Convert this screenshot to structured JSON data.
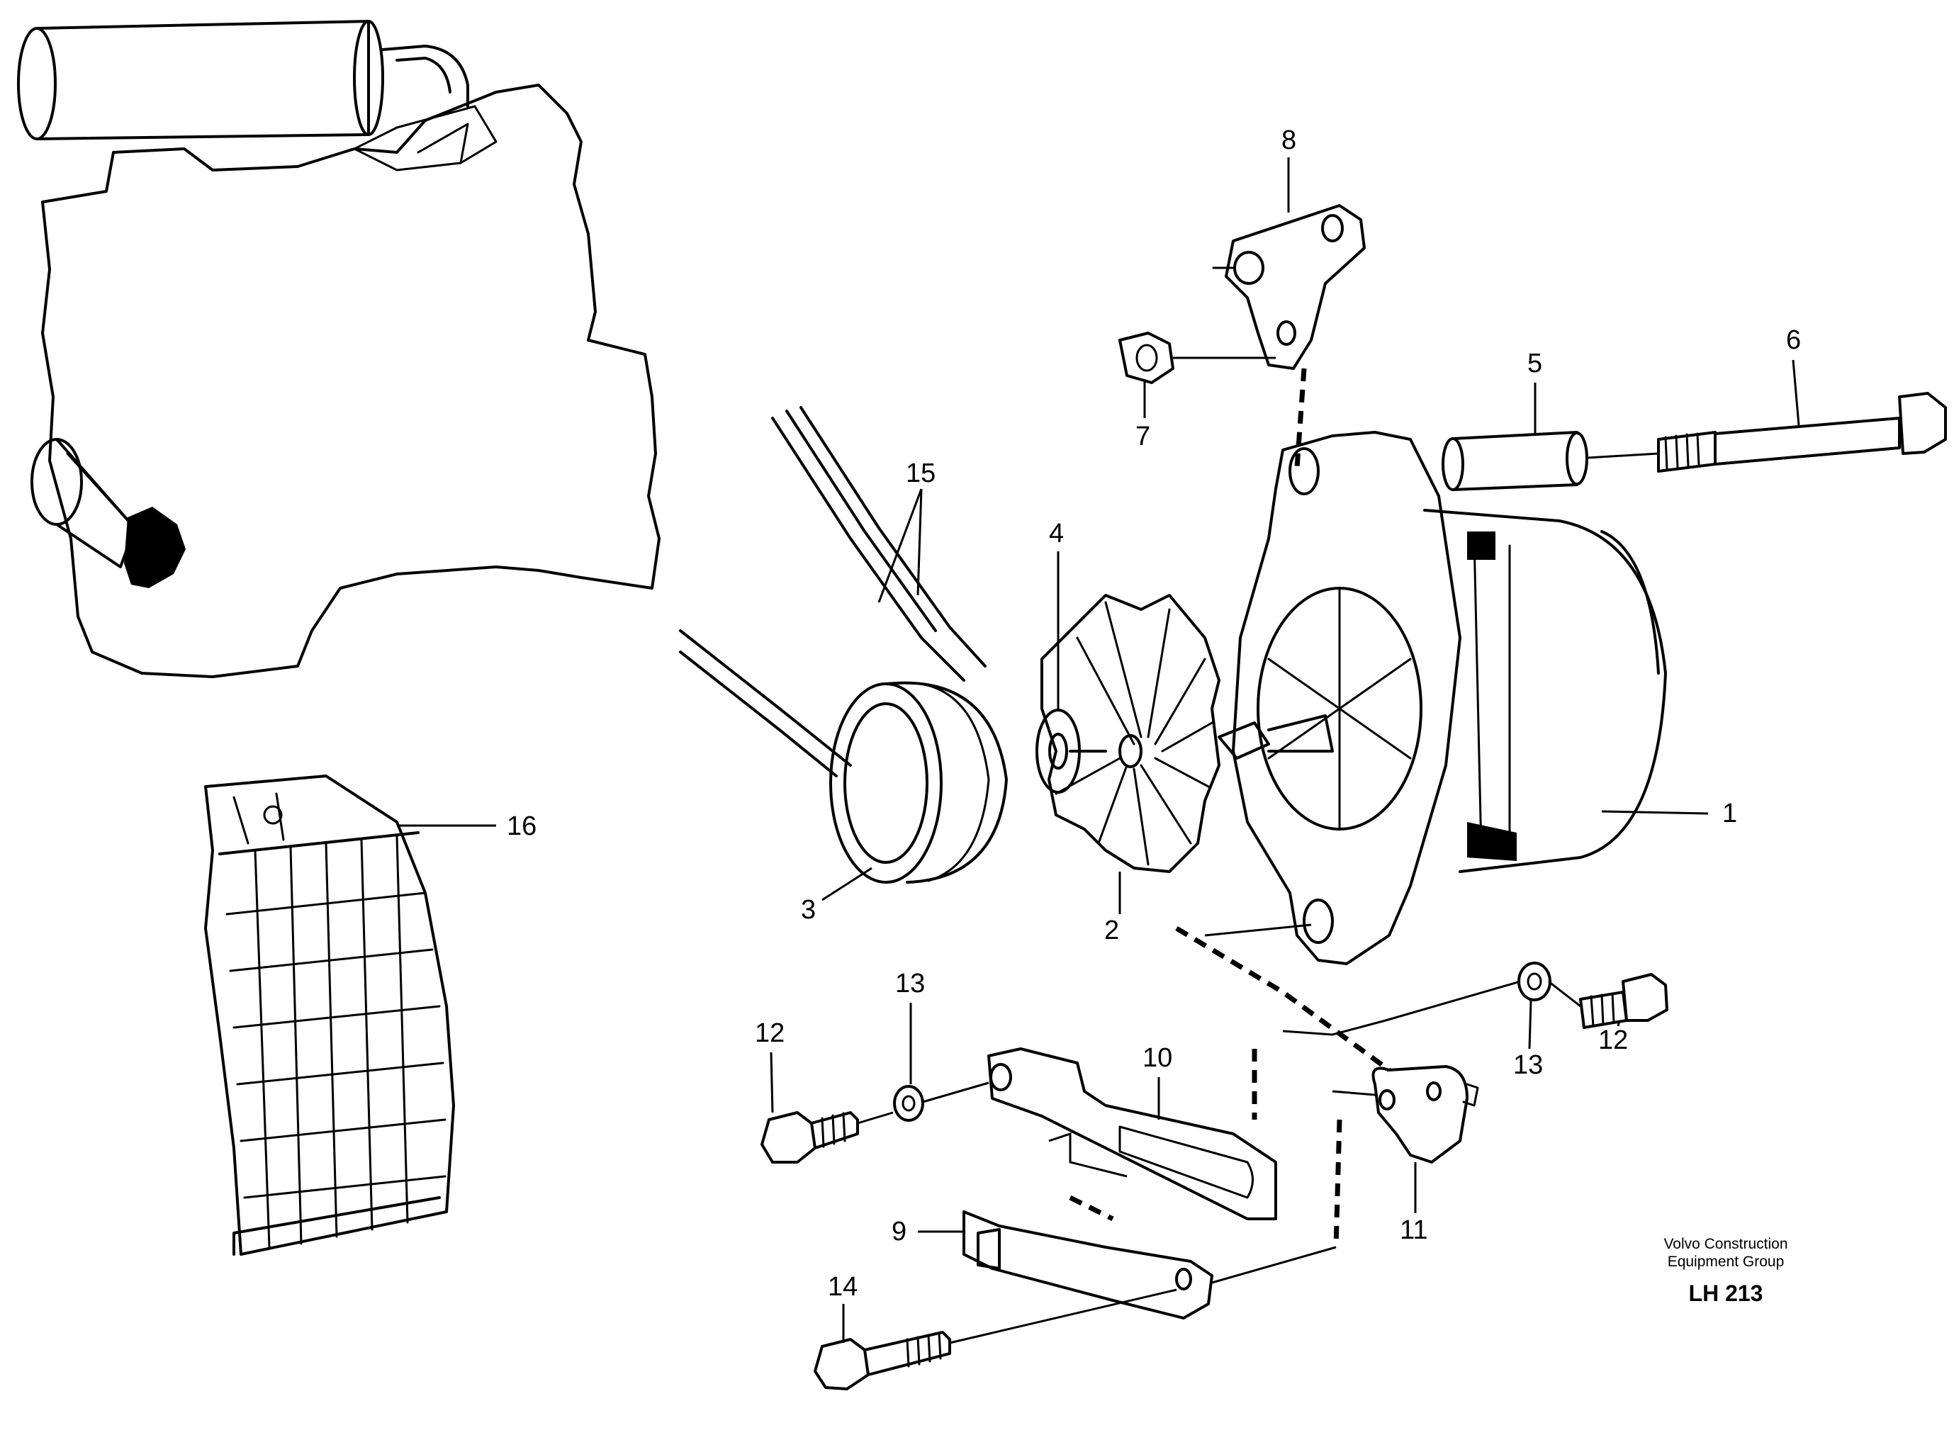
{
  "callouts": {
    "c1": "1",
    "c2": "2",
    "c3": "3",
    "c4": "4",
    "c5": "5",
    "c6": "6",
    "c7": "7",
    "c8": "8",
    "c9": "9",
    "c10": "10",
    "c11": "11",
    "c12a": "12",
    "c12b": "12",
    "c13a": "13",
    "c13b": "13",
    "c14": "14",
    "c15": "15",
    "c16": "16"
  },
  "caption": {
    "line1": "Volvo Construction",
    "line2": "Equipment Group",
    "code": "LH 213"
  }
}
